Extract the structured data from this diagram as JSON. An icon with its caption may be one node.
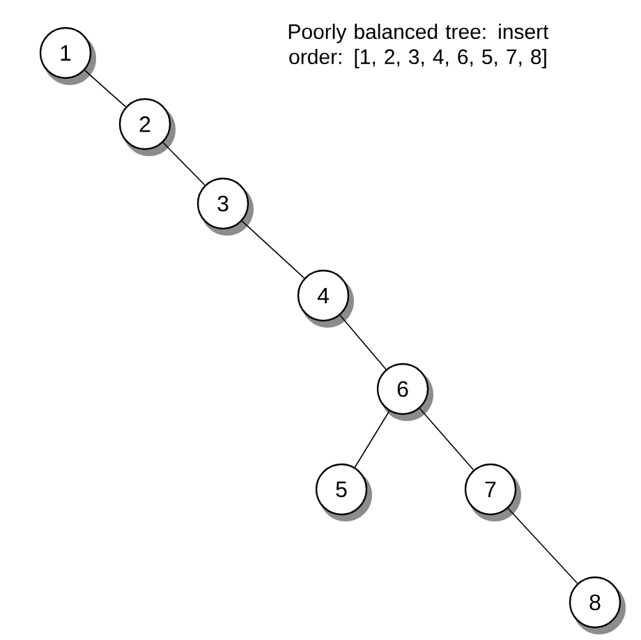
{
  "diagram": {
    "title": "Poorly balanced tree: insert order: [1, 2, 3, 4, 6, 5, 7, 8]",
    "nodes": [
      {
        "text": [
          "1"
        ]
      },
      {
        "text": [
          "2"
        ]
      },
      {
        "text": [
          "3"
        ]
      },
      {
        "text": [
          "4"
        ]
      },
      {
        "text": [
          "6"
        ]
      },
      {
        "text": [
          "5"
        ]
      },
      {
        "text": [
          "7"
        ]
      },
      {
        "text": [
          "8"
        ]
      }
    ],
    "edges": [
      {
        "from": 0,
        "to": 1,
        "arrow": "none"
      },
      {
        "from": 1,
        "to": 2,
        "arrow": "none"
      },
      {
        "from": 2,
        "to": 3,
        "arrow": "none"
      },
      {
        "from": 3,
        "to": 4,
        "arrow": "none"
      },
      {
        "from": 4,
        "to": 5,
        "arrow": "none"
      },
      {
        "from": 4,
        "to": 6,
        "arrow": "none"
      },
      {
        "from": 6,
        "to": 7,
        "arrow": "none"
      }
    ]
  }
}
